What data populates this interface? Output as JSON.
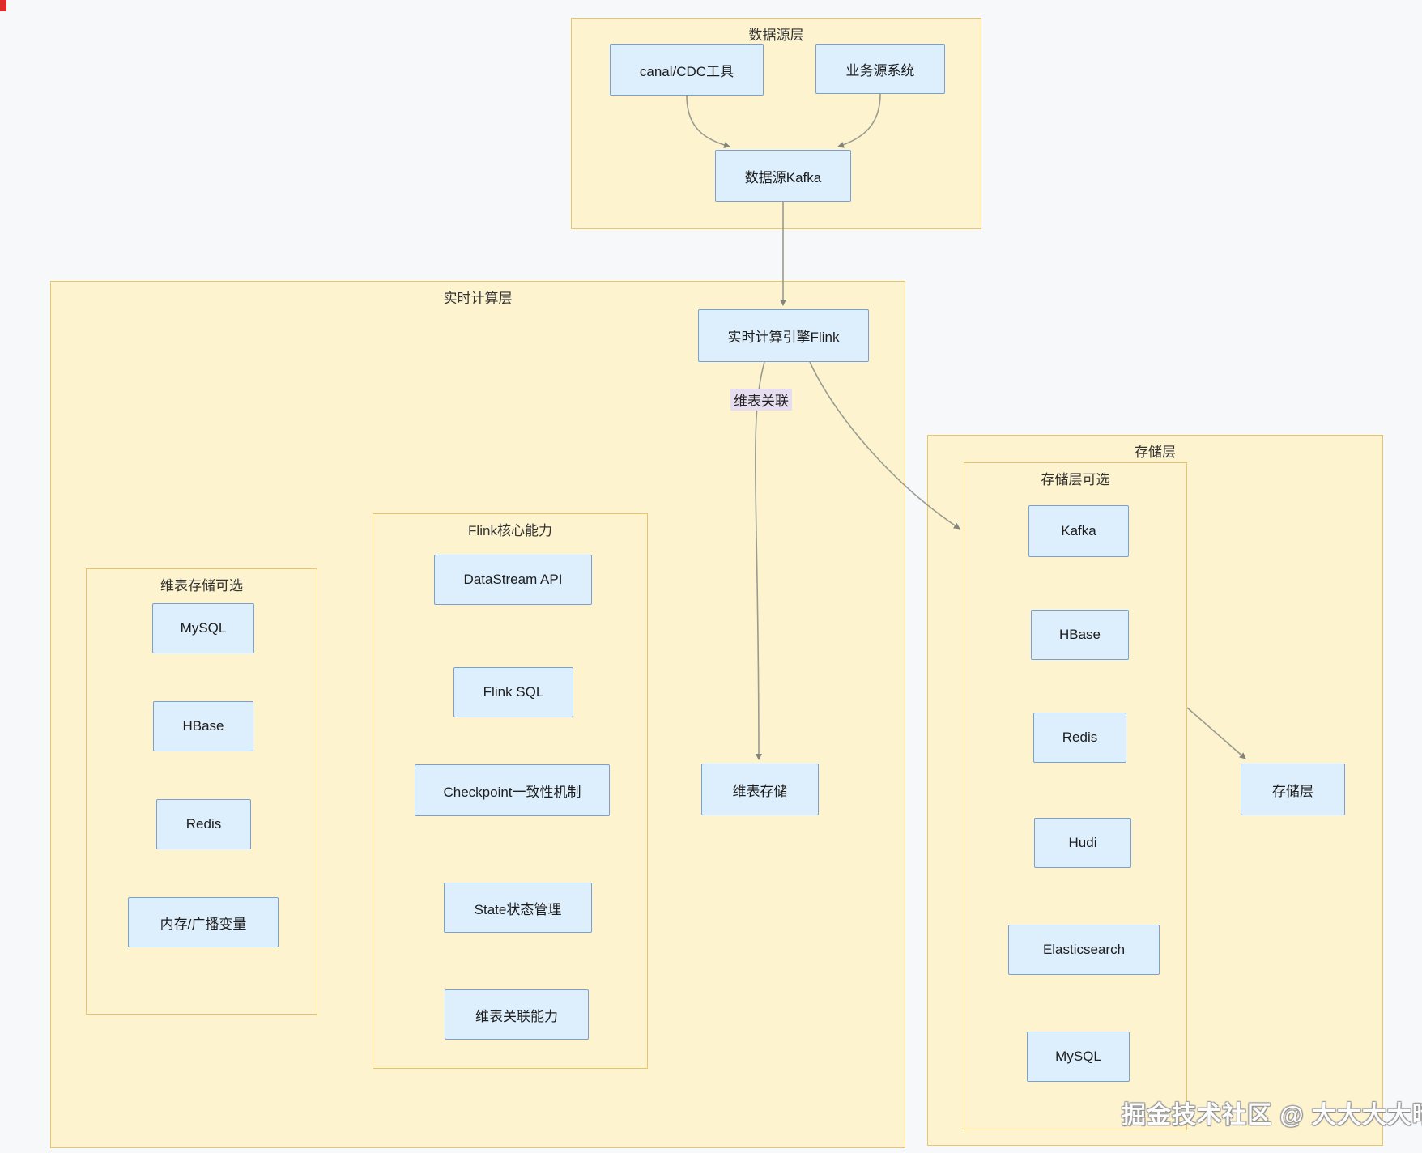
{
  "colors": {
    "background": "#f7f8fa",
    "container_fill": "#fdf3cf",
    "container_border": "#e9c46a",
    "node_fill": "#ddeefc",
    "node_border": "#7ba0cf",
    "edge": "#9a9a90",
    "edge_label_bg": "#e7ddf1",
    "watermark": "#fdfdfd"
  },
  "containers": {
    "data_source_layer": {
      "title": "数据源层"
    },
    "realtime_layer": {
      "title": "实时计算层"
    },
    "storage_layer": {
      "title": "存储层"
    },
    "dim_store_optional": {
      "title": "维表存储可选"
    },
    "flink_core": {
      "title": "Flink核心能力"
    },
    "storage_optional": {
      "title": "存储层可选"
    }
  },
  "nodes": {
    "canal": "canal/CDC工具",
    "biz_source": "业务源系统",
    "source_kafka": "数据源Kafka",
    "flink_engine": "实时计算引擎Flink",
    "dim_store": "维表存储",
    "dim_mysql": "MySQL",
    "dim_hbase": "HBase",
    "dim_redis": "Redis",
    "dim_memory": "内存/广播变量",
    "datastream_api": "DataStream API",
    "flink_sql": "Flink SQL",
    "checkpoint": "Checkpoint一致性机制",
    "state_mgmt": "State状态管理",
    "dim_join_ability": "维表关联能力",
    "st_kafka": "Kafka",
    "st_hbase": "HBase",
    "st_redis": "Redis",
    "st_hudi": "Hudi",
    "st_es": "Elasticsearch",
    "st_mysql": "MySQL",
    "storage_node": "存储层"
  },
  "edge_labels": {
    "dim_join": "维表关联"
  },
  "watermark": "掘金技术社区 @ 大大大大晴天"
}
